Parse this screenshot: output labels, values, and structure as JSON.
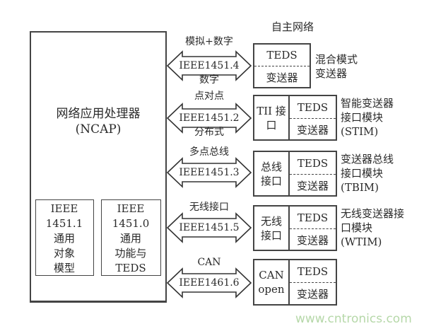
{
  "title": "自主网络",
  "ncap": {
    "title": "网络应用处理器",
    "subtitle": "(NCAP)",
    "modules": [
      {
        "lines": [
          "IEEE",
          "1451.1",
          "通用",
          "对象",
          "模型"
        ]
      },
      {
        "lines": [
          "IEEE",
          "1451.0",
          "通用",
          "功能与",
          "TEDS"
        ]
      }
    ]
  },
  "links": [
    {
      "top": "模拟+数字",
      "standard": "IEEE1451.4",
      "bottom": "数字"
    },
    {
      "top": "点对点",
      "standard": "IEEE1451.2",
      "bottom": "分布式"
    },
    {
      "top": "多点总线",
      "standard": "IEEE1451.3",
      "bottom": ""
    },
    {
      "top": "无线接口",
      "standard": "IEEE1451.5",
      "bottom": ""
    },
    {
      "top": "CAN",
      "standard": "IEEE1461.6",
      "bottom": ""
    }
  ],
  "modules": [
    {
      "interface": "",
      "teds": "TEDS",
      "transducer": "变送器",
      "label": "混合模式变送器"
    },
    {
      "interface": "TII 接口",
      "teds": "TEDS",
      "transducer": "变送器",
      "label": "智能变送器接口模块(STIM)"
    },
    {
      "interface": "总线 接口",
      "teds": "TEDS",
      "transducer": "变送器",
      "label": "变送器总线接口模块(TBIM)"
    },
    {
      "interface": "无线 接口",
      "teds": "TEDS",
      "transducer": "变送器",
      "label": "无线变送器接口模块(WTIM)"
    },
    {
      "interface": "CAN open",
      "teds": "TEDS",
      "transducer": "变送器",
      "label": ""
    }
  ],
  "watermark": "www.cntronics.com"
}
